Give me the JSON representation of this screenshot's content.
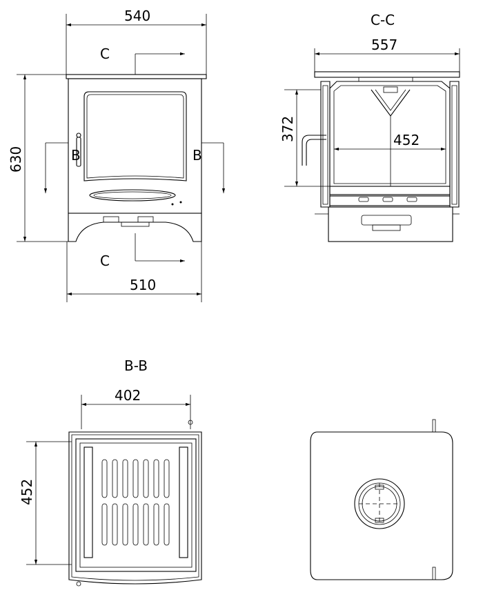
{
  "front_view": {
    "width_top": "540",
    "width_base": "510",
    "height": "630",
    "section_c_top": "C",
    "section_c_bottom": "C",
    "section_b_left": "B",
    "section_b_right": "B"
  },
  "section_cc": {
    "title": "C-C",
    "width": "557",
    "height": "372",
    "inner_width": "452"
  },
  "section_bb": {
    "title": "B-B",
    "width": "402",
    "depth": "452"
  }
}
